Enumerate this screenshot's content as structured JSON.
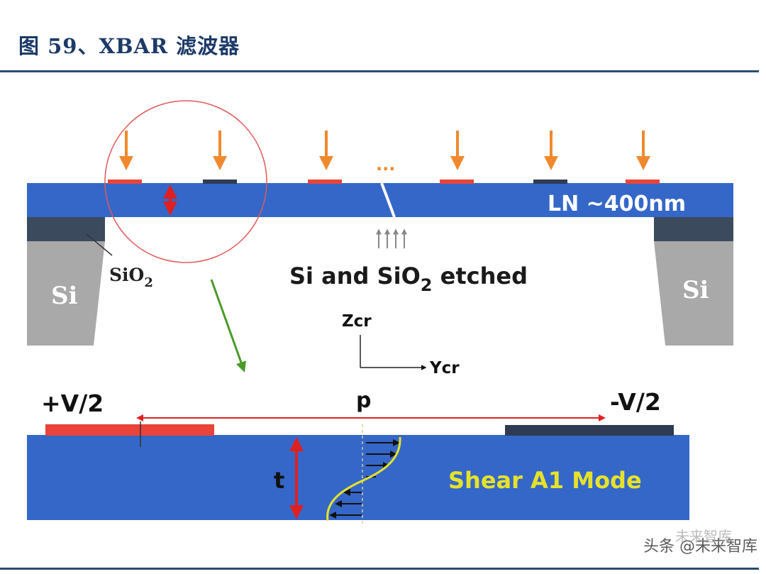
{
  "figure": {
    "title": "图 59、XBAR 滤波器"
  },
  "diagram": {
    "ln_label": "LN ~400nm",
    "sio2_label": "SiO",
    "sio2_sub": "2",
    "si_left": "Si",
    "si_right": "Si",
    "etched_pre": "Si and SiO",
    "etched_sub": "2",
    "etched_post": " etched",
    "ellipsis": "...",
    "axis_z": "Zcr",
    "axis_y": "Ycr",
    "plus_v": "+V/2",
    "minus_v": "-V/2",
    "pitch": "p",
    "thickness": "t",
    "mode_label": "Shear A1 Mode"
  },
  "watermark": {
    "text": "头条 @未来智库",
    "sub": "未来智库"
  },
  "colors": {
    "ln_blue": "#3567c8",
    "electrode_red": "#e8443a",
    "electrode_dark": "#2e3b52",
    "arrow_orange": "#f0892e",
    "si_gray": "#a9a9a9",
    "sio2_dark": "#3c4a5e",
    "mode_yellow": "#e6e22a"
  }
}
